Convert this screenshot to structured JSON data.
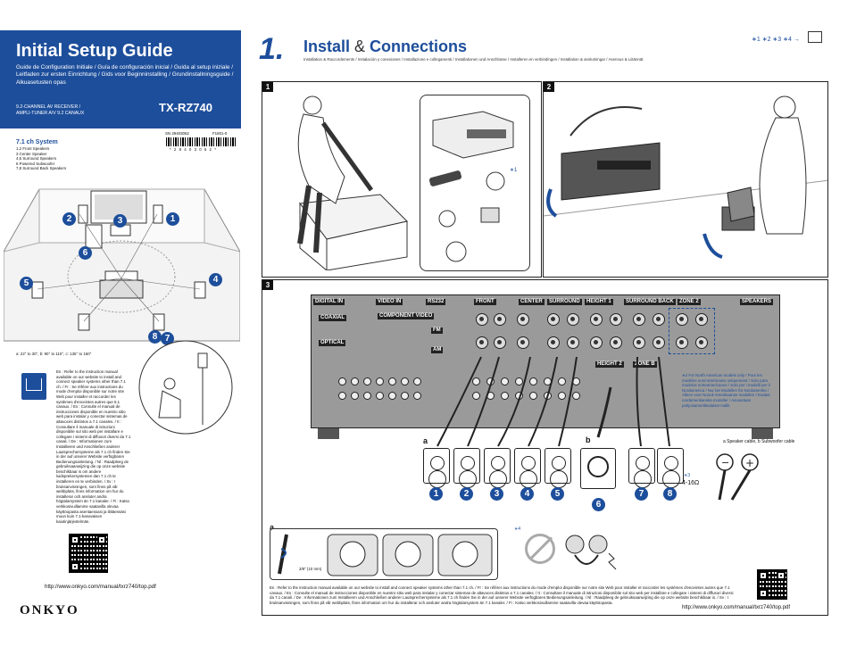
{
  "header": {
    "title": "Initial Setup Guide",
    "subtitle": "Guide de Configuration Initiale / Guía de configuración inicial / Guida al setup iniziale / Leitfaden zur ersten Einrichtung / Gids voor Beginninstalling / Grundinstallningsguide / Alkuasetusten opas",
    "model_desc": [
      "9.2-CHANNEL AV RECEIVER /",
      "AMPLI-TUNER A/V 9.2 CANAUX"
    ],
    "model": "TX-RZ740",
    "sn_code": "SN 29403062",
    "code2": "F1801-0",
    "barcode_num": "* 2 9 4 0 3 0 6 2 *"
  },
  "system": {
    "title": "7.1 ch System",
    "legend": [
      "1,2  Front Speakers",
      "3     Center Speaker",
      "4,5  Surround Speakers",
      "6     Powered Subwoofer",
      "7,8  Surround Back Speakers"
    ],
    "angles": "a: 22° to 30°, b: 90° to 110°, c: 135° to 150°"
  },
  "manual_note": "En : Refer to the instruction manual available on our website to install and connect speaker systems other than 7.1 ch. / Fr : Se référer aux instructions du mode d'emploi disponible sur notre site Web pour installer et raccorder les systèmes d'enceintes autres que 5.1 canaux. / Es : Consulte el manual de instrucciones disponible en nuestro sitio web para instalar y conectar sistemas de altavoces distintos a 7.1 canales. / It : Consultare il manuale di istruzioni disponibile sul sito web per installare e collegare i sistemi di diffusori diversi da 7.1 canali. / De : Informationen zum Installieren und Anschließen anderer Lautsprechersysteme als 7.1 ch finden Sie in der auf unserer Website verfügbaren Bedienungsanleitung. / Nl : Raadpleeg de gebruiksaanwijzing die op onze website beschikbaar is om andere luidsprekersystemen dan 7.1 ch te installeren en te verbinden. / Sv : I bruksanvisningen, som finns på vår webbplats, finns information om hur du installerar och ansluter andra högtalarsystem än 7.1 kanaler. / Fi : Katso verkkosivuillamme saatavilla olevaa käyttöopasta asentaessasi ja liittäessäsi muun kuin 7.1-kanavaisen kaiutinjärjestelmän.",
  "url_left": "http://www.onkyo.com/manual/txrz740/top.pdf",
  "brand": "ONKYO",
  "install": {
    "step": "1.",
    "title_a": "Install",
    "amp": " & ",
    "title_b": "Connections",
    "subtitle": "Installation & Raccordements / Instalación y conexiones / Installazione e collegamenti / Installationen und Anschlüsse / Installeren en verbindingen / Installation & anslutningar / Asennus & Liitännät",
    "refs": "∗1 ∗2 ∗3 ∗4 →"
  },
  "panels": {
    "p1": "1",
    "p2": "2",
    "p3": "3",
    "star1": "∗1"
  },
  "rear": {
    "front": "FRONT",
    "center": "CENTER",
    "surround": "SURROUND",
    "height1": "HEIGHT 1",
    "surround_back": "SURROUND BACK",
    "zone2": "ZONE 2",
    "speakers": "SPEAKERS",
    "digital_in": "DIGITAL IN",
    "video_in": "VIDEO IN",
    "rs232": "RS232",
    "component": "COMPONENT VIDEO",
    "optical": "OPTICAL",
    "coaxial": "COAXIAL",
    "fm": "FM",
    "am": "AM",
    "zone_b": "ZONE B",
    "height2": "HEIGHT 2"
  },
  "zone_note": "∗2 For North American models only / Pour les modèles nord-américains uniquement / Solo para modelos norteamericanos / Solo per i modelli per il Nordamerica / Nur bei Modellen für Nordamerika / Alleen voor Noord-Amerikaanse modellen / Endast nordamerikanska modeller / Ainoastaan pohjoisamerikkalaiset mallit",
  "legend_ab": "a Speaker cable, b Subwoofer cable",
  "impedance_ref": "∗3",
  "impedance": "4-16Ω",
  "speakers_numbered": [
    "1",
    "2",
    "3",
    "4",
    "5",
    "6",
    "7",
    "8"
  ],
  "label_a": "a",
  "label_b": "b",
  "strip": {
    "a": "a",
    "length": "3/8\" (10 mm)",
    "star4": "∗4"
  },
  "bottom_note": "En : Refer to the instruction manual available on our website to install and connect speaker systems other than 7.1 ch. / Fr : Se référer aux instructions du mode d'emploi disponible sur notre site Web pour installer et raccorder les systèmes d'enceintes autres que 7.1 canaux. / Es : Consulte el manual de instrucciones disponible en nuestro sitio web para instalar y conectar sistemas de altavoces distintos a 7.1 canales. / It : Consultare il manuale di istruzioni disponibile sul sito web per installare e collegare i sistemi di diffusori diversi da 7.1 canali. / De : Informationen zum Installieren und Anschließen anderer Lautsprechersysteme als 7.1 ch finden Sie in der auf unserer Website verfügbaren Bedienungsanleitung. / Nl : Raadpleeg de gebruiksaanwijzing die op onze website beschikbaar is. / Sv : I bruksanvisningen, som finns på vår webbplats, finns information om hur du installerar och ansluter andra högtalarsystem än 7.1 kanaler. / Fi : Katso verkkosivuillamme saatavilla olevaa käyttöopasta.",
  "url_right": "http://www.onkyo.com/manual/txrz740/top.pdf",
  "colors": {
    "brand_blue": "#1d4e9b"
  }
}
